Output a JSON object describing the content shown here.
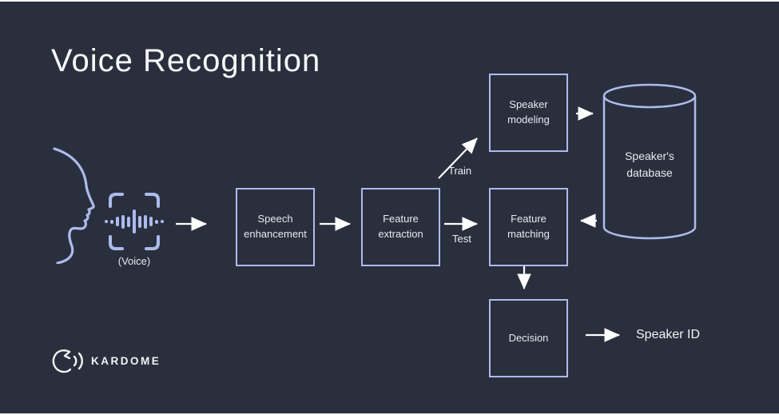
{
  "slide": {
    "title": "Voice Recognition"
  },
  "theme": {
    "background": "#2a2f3e",
    "accent": "#adbbec",
    "arrow": "#ffffff",
    "text": "#e7e9ee"
  },
  "input": {
    "label": "(Voice)"
  },
  "nodes": {
    "speech_enhancement": {
      "label": "Speech enhancement"
    },
    "feature_extraction": {
      "label": "Feature extraction"
    },
    "speaker_modeling": {
      "label": "Speaker modeling"
    },
    "feature_matching": {
      "label": "Feature matching"
    },
    "decision": {
      "label": "Decision"
    },
    "database": {
      "line1": "Speaker's",
      "line2": "database"
    }
  },
  "edges": {
    "train_label": "Train",
    "test_label": "Test"
  },
  "output": {
    "label": "Speaker ID"
  },
  "footer": {
    "brand": "KARDOME"
  }
}
